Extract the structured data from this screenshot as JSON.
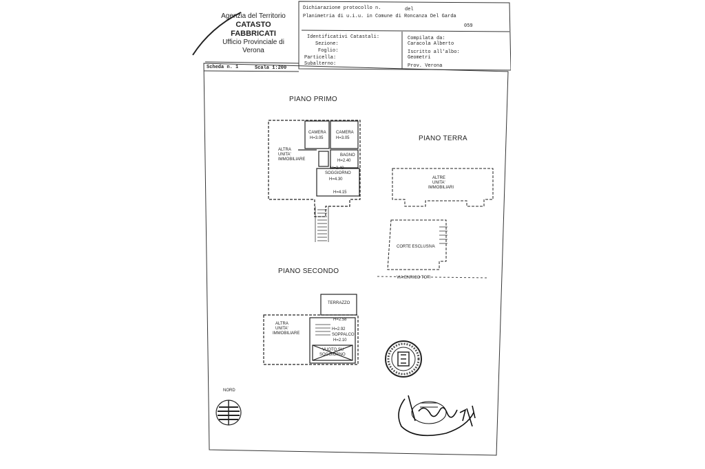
{
  "header": {
    "agency_line1": "Agenzia del Territorio",
    "agency_line2": "CATASTO FABBRICATI",
    "agency_line3": "Ufficio Provinciale di",
    "agency_line4": "Verona",
    "dichiarazione": "Dichiarazione protocollo n.",
    "del": "del",
    "planimetria": "Planimetria di u.i.u. in Comune di Roncanza Del Garda",
    "number": "059",
    "identificativi": "Identificativi Catastali:",
    "sezione": "Sezione:",
    "foglio": "Foglio:",
    "particella": "Particella:",
    "subalterno": "Subalterno:",
    "compilata": "Compilata da:",
    "compiler": "Caracola Alberto",
    "iscritto": "Iscritto all'albo:",
    "albo": "Geometri",
    "prov": "Prov. Verona",
    "scheda": "Scheda n. 1",
    "scala": "Scala 1:200"
  },
  "floors": {
    "primo": "PIANO PRIMO",
    "terra": "PIANO TERRA",
    "secondo": "PIANO SECONDO"
  },
  "rooms": {
    "camera1": "CAMERA",
    "camera1_h": "H=3.05",
    "camera2": "CAMERA",
    "camera2_h": "H=3.05",
    "bagno": "BAGNO",
    "bagno_h": "H=2.40",
    "altra1_a": "ALTRA",
    "altra1_b": "UNITA'",
    "altra1_c": "IMMOBILIARE",
    "soggiorno_h1": "H=3.40",
    "soggiorno": "SOGGIORNO",
    "soggiorno_h2": "H=4.30",
    "ingresso_h": "H=4.15",
    "altre_a": "ALTRE",
    "altre_b": "UNITA'",
    "altre_c": "IMMOBILIARI",
    "corte": "CORTE ESCLUSIVA",
    "via": "VIA ENRICO TOTI",
    "terrazzo": "TERRAZZO",
    "altra2_a": "ALTRA",
    "altra2_b": "UNITA'",
    "altra2_c": "IMMOBILIARE",
    "sop_h1": "H=2.58",
    "sop_h2": "H=2.92",
    "soppalco": "SOPPALCO",
    "sop_h3": "H=2.10",
    "vuoto_a": "VUOTO SU",
    "vuoto_b": "SOGGIORNO",
    "nord": "NORD"
  }
}
